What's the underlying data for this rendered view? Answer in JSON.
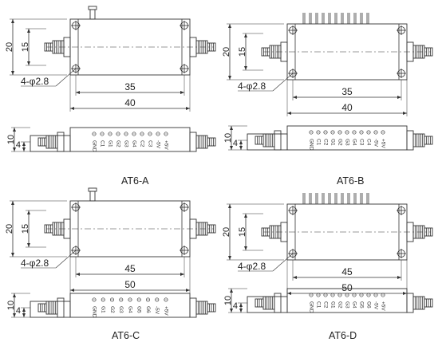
{
  "variants": [
    {
      "caption": "AT6-A",
      "pins": [
        "GND",
        "C1",
        "G1",
        "G2",
        "G3",
        "G4",
        "C2",
        "C3",
        "-5V",
        "+5V"
      ],
      "height_dim": "20",
      "connector_dim": "15",
      "hole_label": "4-φ2.8",
      "hole_spacing": "35",
      "length": "40",
      "side_height": "10",
      "side_offset": "4",
      "pin_count_top": 1
    },
    {
      "caption": "AT6-B",
      "pins": [
        "GND",
        "C1",
        "C2",
        "G1",
        "G2",
        "G3",
        "G4",
        "C3",
        "C4",
        "-5V",
        "+5V"
      ],
      "height_dim": "20",
      "connector_dim": "15",
      "hole_label": "4-φ2.8",
      "hole_spacing": "35",
      "length": "40",
      "side_height": "10",
      "side_offset": "4",
      "pin_count_top": 11
    },
    {
      "caption": "AT6-C",
      "pins": [
        "GND",
        "G1",
        "G2",
        "G3",
        "G4",
        "G5",
        "G6",
        "-5V",
        "+5V"
      ],
      "height_dim": "20",
      "connector_dim": "15",
      "hole_label": "4-φ2.8",
      "hole_spacing": "45",
      "length": "50",
      "side_height": "10",
      "side_offset": "4",
      "pin_count_top": 1
    },
    {
      "caption": "AT6-D",
      "pins": [
        "GND",
        "C1",
        "C2",
        "G1",
        "G2",
        "G3",
        "G4",
        "G5",
        "G6",
        "-5V",
        "+5V"
      ],
      "height_dim": "20",
      "connector_dim": "15",
      "hole_label": "4-φ2.8",
      "hole_spacing": "45",
      "length": "50",
      "side_height": "10",
      "side_offset": "4",
      "pin_count_top": 11
    }
  ]
}
